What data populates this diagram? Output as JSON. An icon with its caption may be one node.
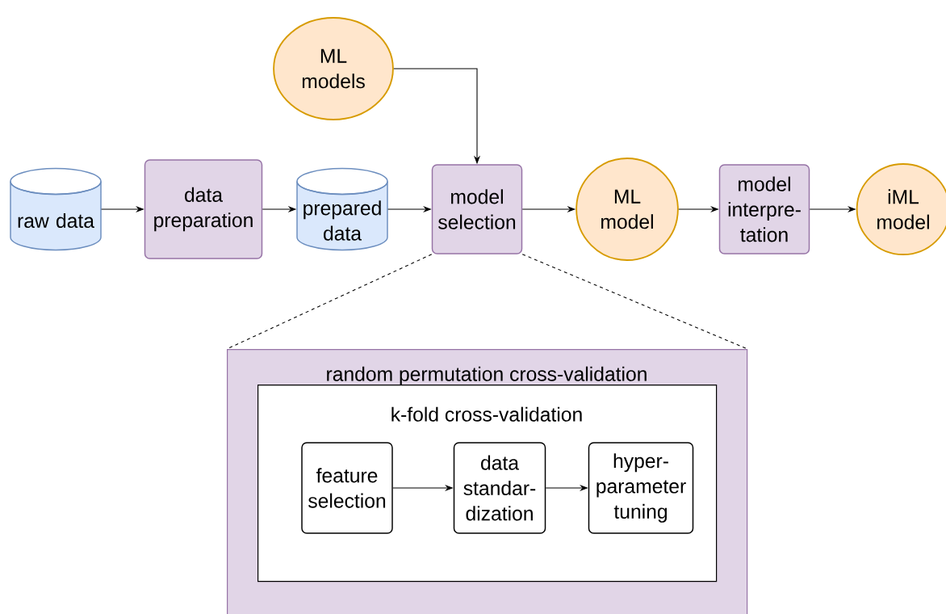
{
  "diagram": {
    "nodes": [
      {
        "text": [
          "ML models"
        ]
      },
      {
        "text": [
          "raw data"
        ]
      },
      {
        "text": [
          "data preparation"
        ]
      },
      {
        "text": [
          "prepared data"
        ]
      },
      {
        "text": [
          "model selection"
        ]
      },
      {
        "text": [
          "ML model"
        ]
      },
      {
        "text": [
          "model interpre-tation"
        ]
      },
      {
        "text": [
          "iML model"
        ]
      },
      {
        "text": [
          "random permutation cross-validation"
        ]
      },
      {
        "text": [
          "k-fold cross-validation"
        ],
        "in": 8
      },
      {
        "text": [
          "feature selection"
        ],
        "in": 9
      },
      {
        "text": [
          "data standar-dization"
        ],
        "in": 9
      },
      {
        "text": [
          "hyper-parameter tuning"
        ],
        "in": 9
      }
    ],
    "edges": [
      {
        "from": 0,
        "to": 4,
        "arrow": "to"
      },
      {
        "from": 1,
        "to": 2,
        "arrow": "to"
      },
      {
        "from": 2,
        "to": 3,
        "arrow": "to"
      },
      {
        "from": 3,
        "to": 4,
        "arrow": "to"
      },
      {
        "from": 4,
        "to": 5,
        "arrow": "to"
      },
      {
        "from": 5,
        "to": 6,
        "arrow": "to"
      },
      {
        "from": 6,
        "to": 7,
        "arrow": "to"
      },
      {
        "from": 4,
        "to": 8,
        "arrow": "none",
        "style": "dashed"
      },
      {
        "from": 4,
        "to": 8,
        "arrow": "none",
        "style": "dashed"
      },
      {
        "from": 10,
        "to": 11,
        "arrow": "to"
      },
      {
        "from": 11,
        "to": 12,
        "arrow": "to"
      }
    ]
  }
}
